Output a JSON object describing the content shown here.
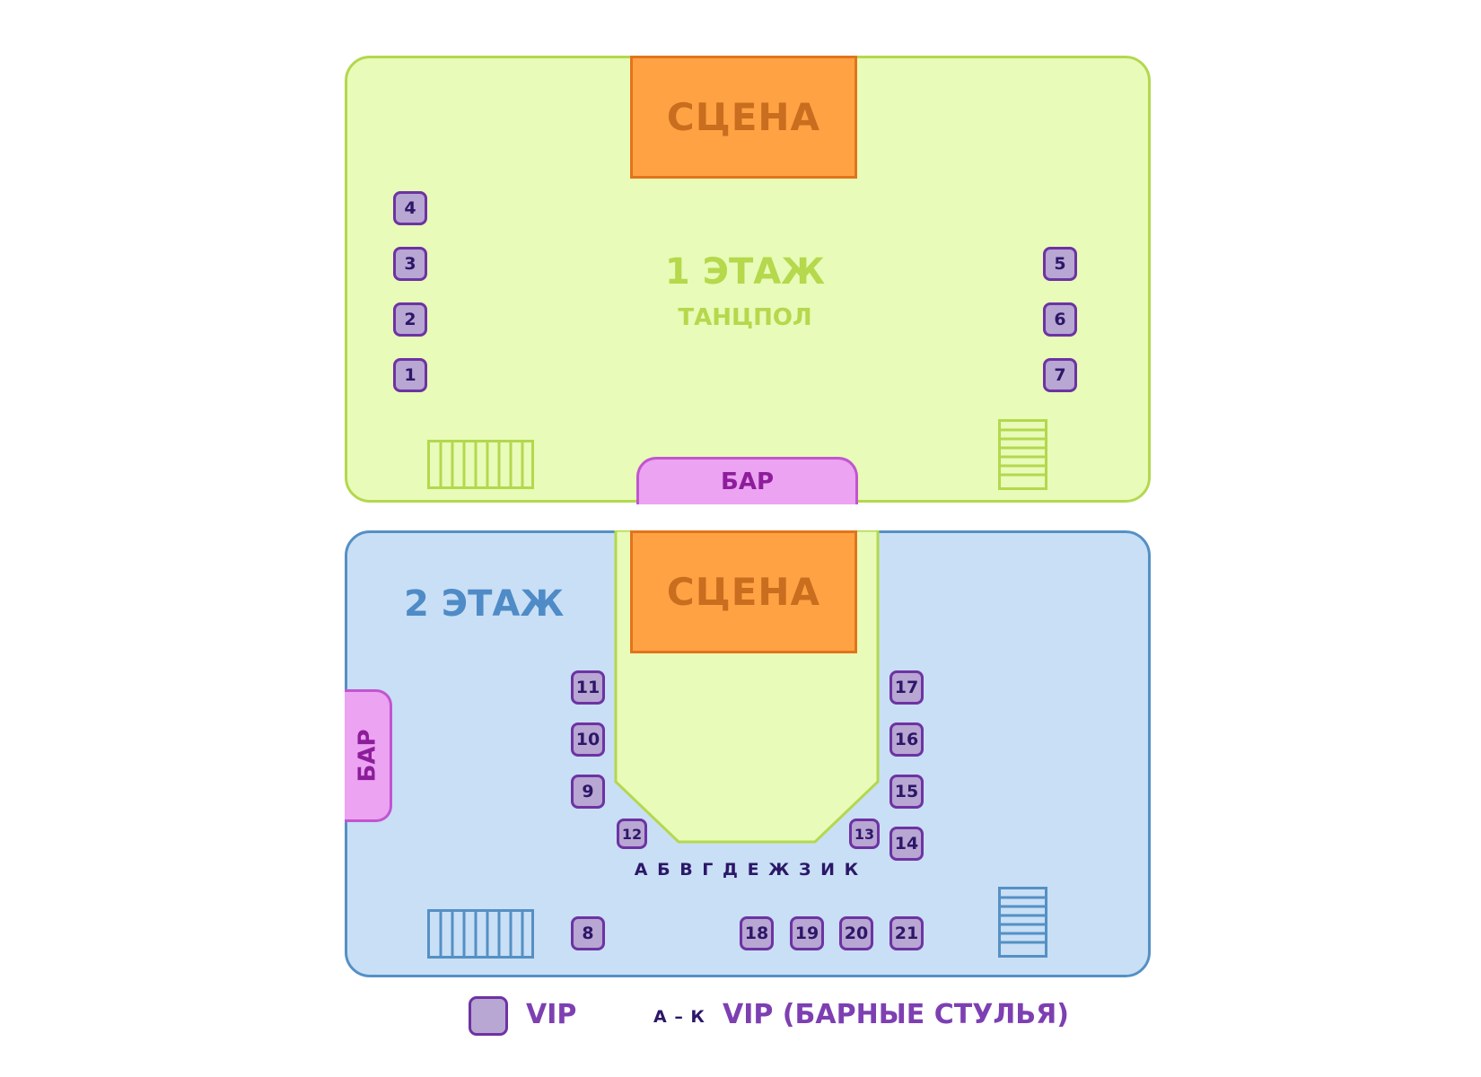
{
  "floor1": {
    "title": "1 ЭТАЖ",
    "subtitle": "ТАНЦПОЛ",
    "stage_label": "СЦЕНА",
    "bar_label": "БАР",
    "tables": [
      "4",
      "3",
      "2",
      "1",
      "5",
      "6",
      "7"
    ]
  },
  "floor2": {
    "title": "2 ЭТАЖ",
    "stage_label": "СЦЕНА",
    "bar_label": "БАР",
    "bar_stools": "А Б В Г Д Е Ж З И К",
    "tables_left": [
      "11",
      "10",
      "9"
    ],
    "table_12": "12",
    "table_13": "13",
    "tables_right": [
      "17",
      "16",
      "15",
      "14"
    ],
    "table_8": "8",
    "tables_bottom": [
      "18",
      "19",
      "20",
      "21"
    ]
  },
  "legend": {
    "vip": "VIP",
    "range": "А – К",
    "vip_bar": "VIP (БАРНЫЕ СТУЛЬЯ)"
  },
  "colors": {
    "floor1_fill": "#e8fbb8",
    "floor1_border": "#b3d84e",
    "floor2_fill": "#c8dff6",
    "floor2_border": "#5590c4",
    "stage": "#ffa244",
    "bar": "#eba3f2",
    "vip_table": "#b8a6d3"
  }
}
